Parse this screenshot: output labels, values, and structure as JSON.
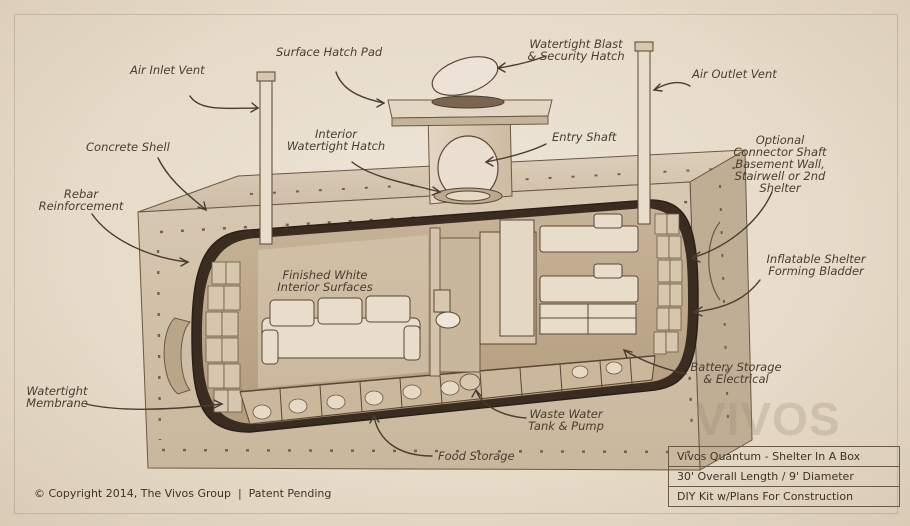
{
  "labels": {
    "air_inlet": "Air Inlet Vent",
    "surface_pad": "Surface Hatch Pad",
    "blast_hatch_1": "Watertight Blast",
    "blast_hatch_2": "& Security Hatch",
    "air_outlet": "Air Outlet Vent",
    "concrete": "Concrete Shell",
    "interior_hatch_1": "Interior",
    "interior_hatch_2": "Watertight Hatch",
    "entry_shaft": "Entry Shaft",
    "connector_1": "Optional",
    "connector_2": "Connector Shaft",
    "connector_3": "Basement Wall,",
    "connector_4": "Stairwell or 2nd",
    "connector_5": "Shelter",
    "rebar_1": "Rebar",
    "rebar_2": "Reinforcement",
    "finished_1": "Finished White",
    "finished_2": "Interior Surfaces",
    "bladder_1": "Inflatable Shelter",
    "bladder_2": "Forming Bladder",
    "membrane_1": "Watertight",
    "membrane_2": "Membrane",
    "battery_1": "Battery Storage",
    "battery_2": "& Electrical",
    "waste_1": "Waste Water",
    "waste_2": "Tank & Pump",
    "food": "Food Storage"
  },
  "watermark": "VIVOS",
  "titleblock": {
    "line1": "Vivos Quantum - Shelter In A Box",
    "line2": "30' Overall Length / 9' Diameter",
    "line3": "DIY Kit w/Plans For Construction"
  },
  "footer": "© Copyright 2014, The Vivos Group  |  Patent Pending"
}
